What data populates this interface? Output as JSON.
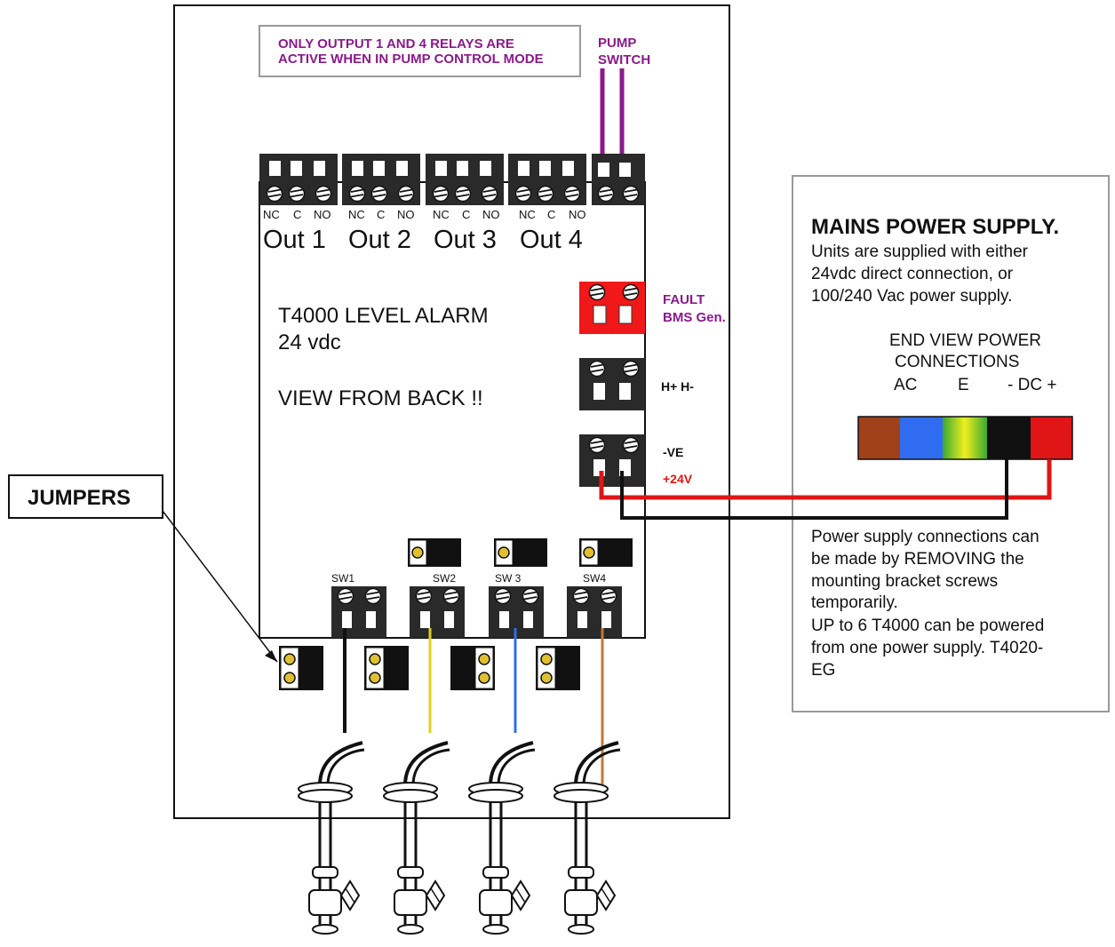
{
  "note": {
    "line1": "ONLY OUTPUT 1 AND 4 RELAYS ARE",
    "line2": "ACTIVE WHEN IN PUMP CONTROL MODE"
  },
  "pump_switch": {
    "line1": "PUMP",
    "line2": "SWITCH"
  },
  "terminals": {
    "nc": "NC",
    "c": "C",
    "no": "NO",
    "outputs": [
      "Out 1",
      "Out 2",
      "Out 3",
      "Out 4"
    ]
  },
  "device": {
    "title": "T4000 LEVEL ALARM",
    "voltage": "24 vdc",
    "view": "VIEW FROM BACK !!"
  },
  "fault": {
    "line1": "FAULT",
    "line2": "BMS Gen."
  },
  "hh_label": "H+ H-",
  "neg_label": "-VE",
  "pos_label": "+24V",
  "switches": [
    "SW1",
    "SW2",
    "SW 3",
    "SW4"
  ],
  "jumpers_label": "JUMPERS",
  "mains": {
    "title": "MAINS POWER SUPPLY.",
    "desc": [
      "Units are supplied with either",
      "24vdc direct connection, or",
      "100/240 Vac power supply."
    ],
    "end_view": [
      "END VIEW POWER",
      "CONNECTIONS"
    ],
    "conn_ac": "AC",
    "conn_e": "E",
    "conn_dc": "- DC +",
    "note": [
      "Power supply connections can",
      "be made by REMOVING the",
      "mounting bracket screws",
      "temporarily.",
      "UP to 6 T4000 can be powered",
      "from one power supply. T4020-",
      "EG"
    ]
  },
  "colors": {
    "purple": "#8a1a8a",
    "red": "#e01515",
    "fault_red": "#f01818",
    "brown": "#a0411a",
    "blue": "#2f6cf0",
    "black": "#111111",
    "yellow": "#e0d020",
    "orange": "#c07a3a"
  }
}
